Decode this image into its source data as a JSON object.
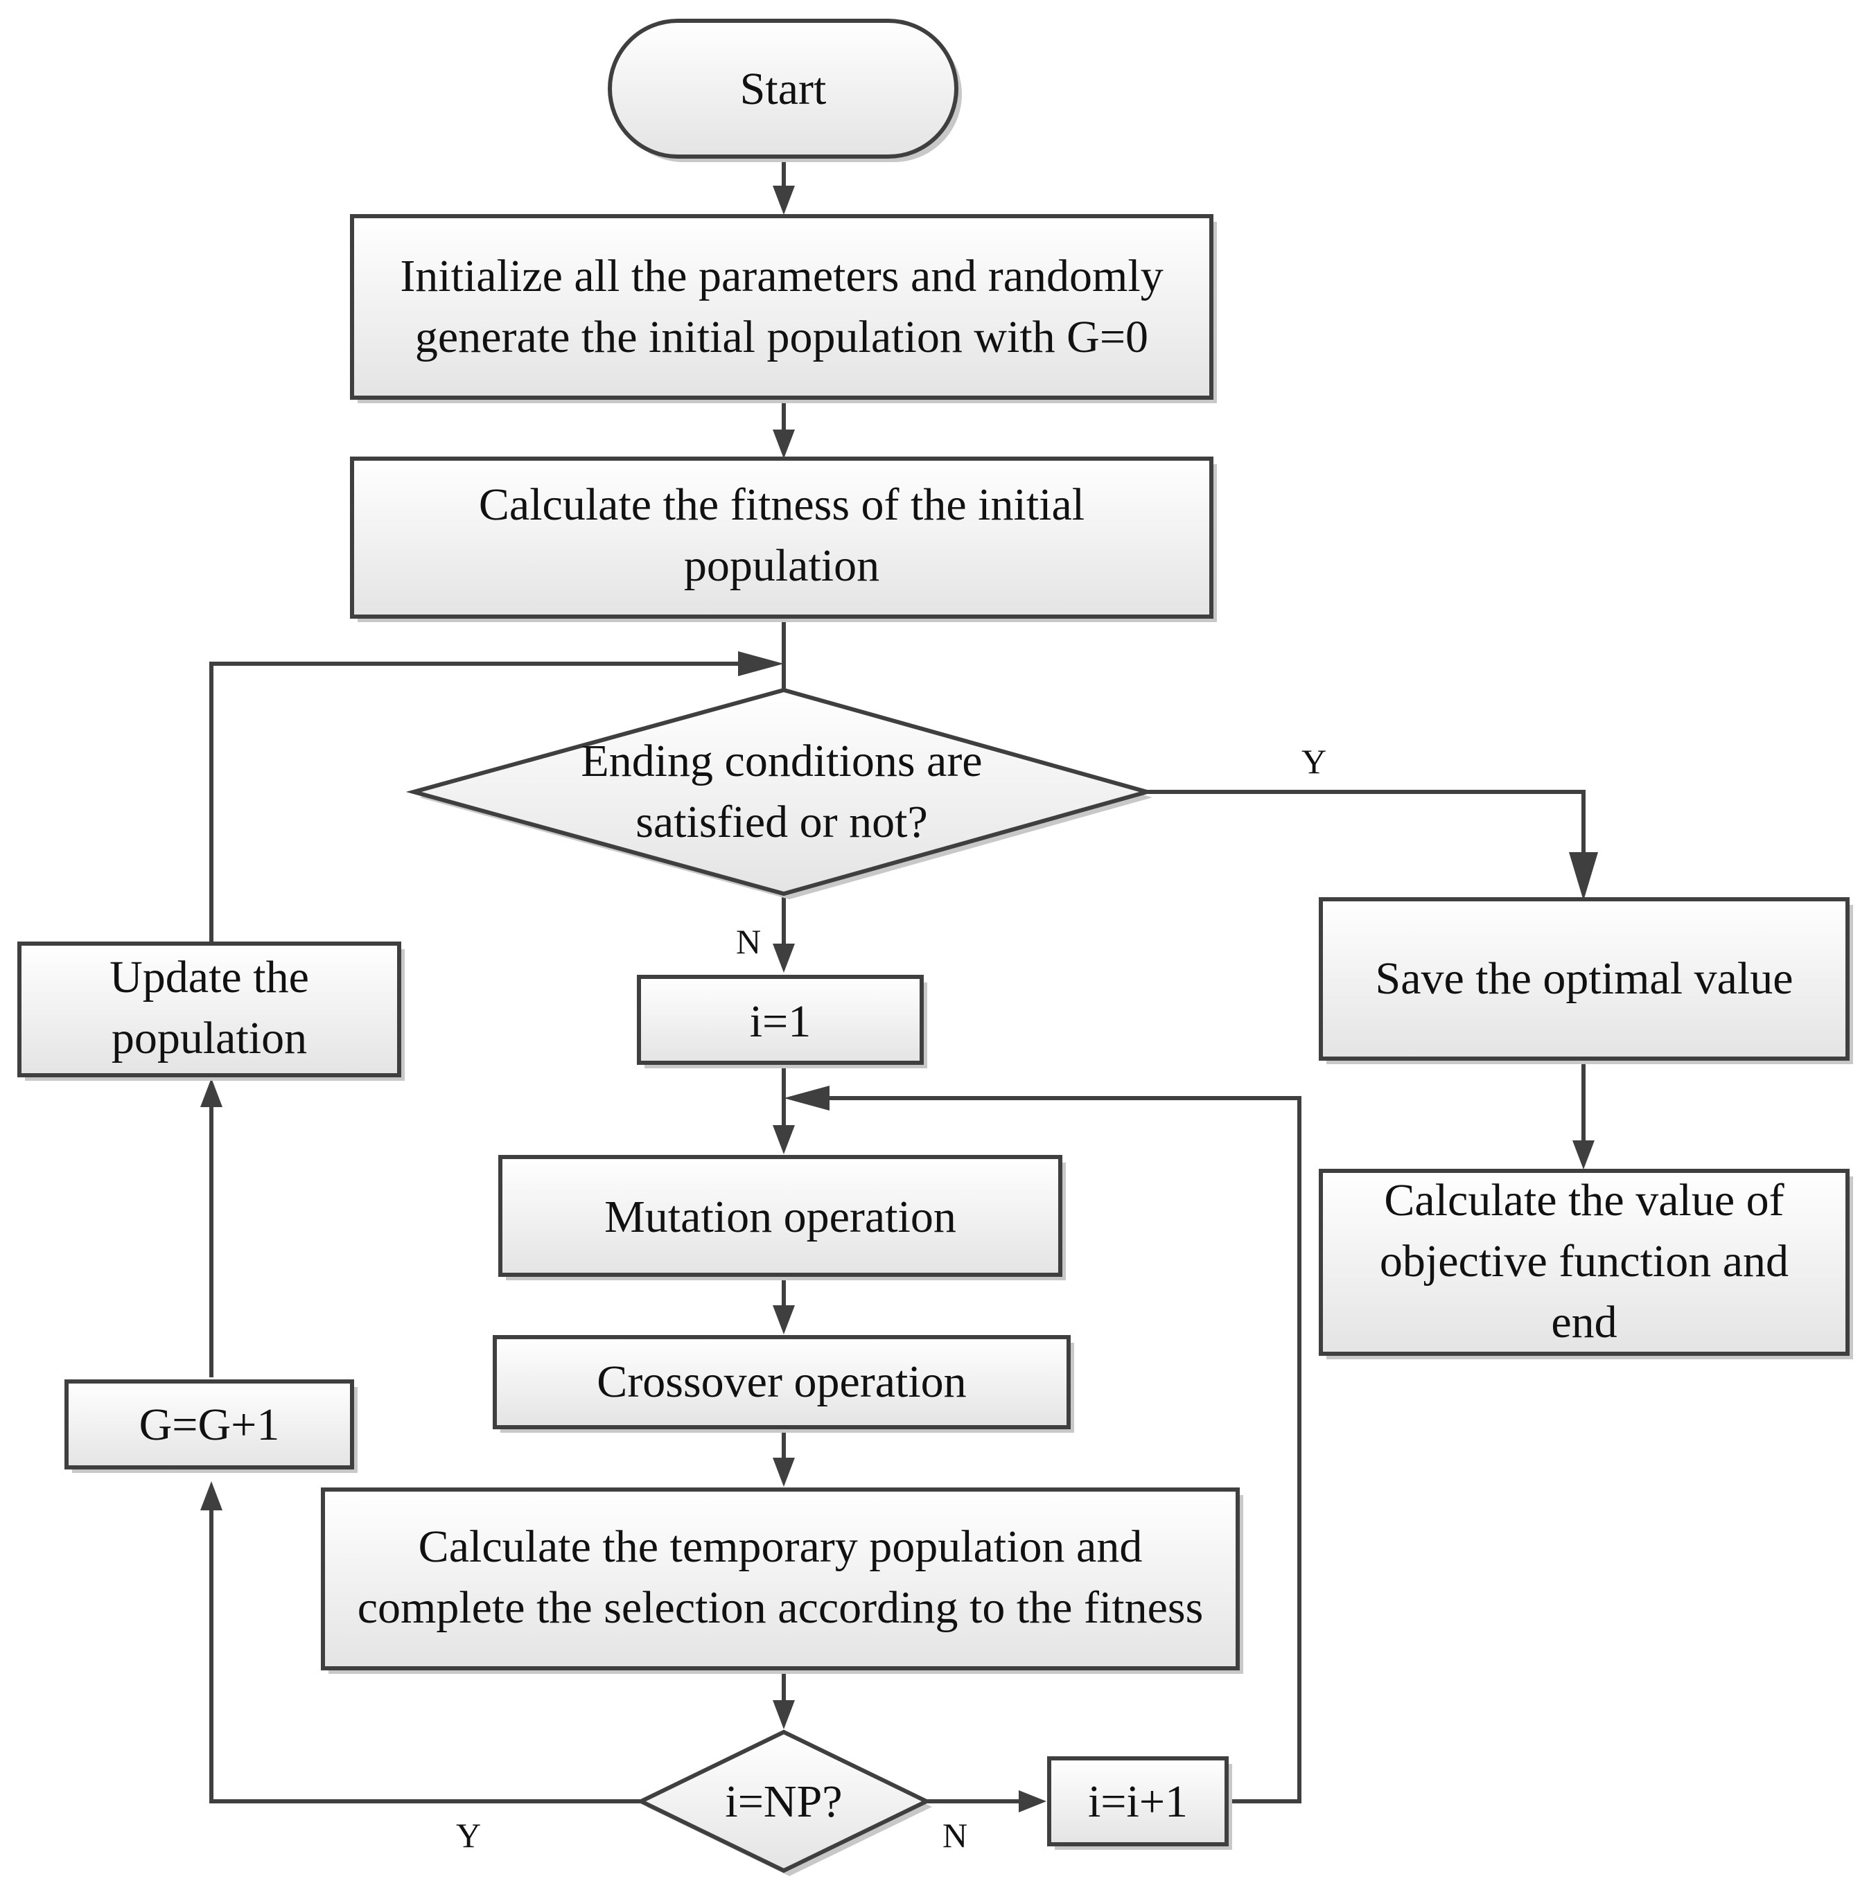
{
  "nodes": {
    "start": "Start",
    "init": [
      "Initialize all the parameters and randomly",
      "generate the initial population with G=0"
    ],
    "fitness": [
      "Calculate the fitness of the initial",
      "population"
    ],
    "ending": [
      "Ending conditions are",
      "satisfied or not?"
    ],
    "i1": "i=1",
    "mutation": "Mutation operation",
    "crossover": "Crossover operation",
    "temp": [
      "Calculate the temporary population and",
      "complete the selection according to the fitness"
    ],
    "inp": "i=NP?",
    "iinc": "i=i+1",
    "ginc": "G=G+1",
    "update": [
      "Update the",
      "population"
    ],
    "save": "Save the optimal value",
    "objective": [
      "Calculate the value of",
      "objective function and",
      "end"
    ]
  },
  "edge_labels": {
    "ending_yes": "Y",
    "ending_no": "N",
    "inp_yes": "Y",
    "inp_no": "N"
  },
  "colors": {
    "stroke": "#3f3f3f",
    "fill_top": "#ffffff",
    "fill_bottom": "#e6e6e6"
  }
}
